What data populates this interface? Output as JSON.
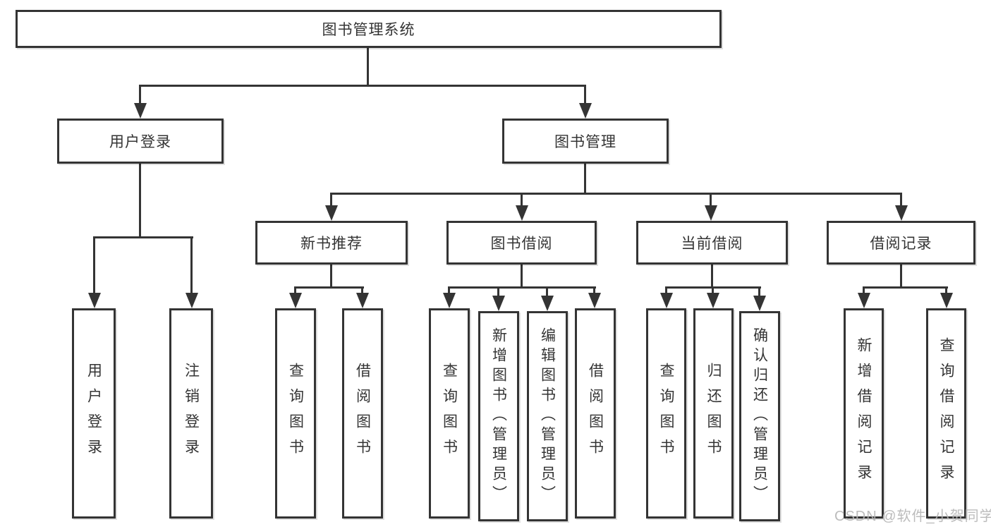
{
  "colors": {
    "line": "#343434",
    "text": "#343434",
    "watermark": "#b5b5b5",
    "background": "#ffffff"
  },
  "watermark": "CSDN @软件_小贺同学",
  "tree": {
    "root": {
      "label": "图书管理系统",
      "children": [
        {
          "label": "用户登录",
          "children": [
            {
              "label": "用户登录"
            },
            {
              "label": "注销登录"
            }
          ]
        },
        {
          "label": "图书管理",
          "children": [
            {
              "label": "新书推荐",
              "children": [
                {
                  "label": "查询图书"
                },
                {
                  "label": "借阅图书"
                }
              ]
            },
            {
              "label": "图书借阅",
              "children": [
                {
                  "label": "查询图书"
                },
                {
                  "label": "新增图书（管理员）"
                },
                {
                  "label": "编辑图书（管理员）"
                },
                {
                  "label": "借阅图书"
                }
              ]
            },
            {
              "label": "当前借阅",
              "children": [
                {
                  "label": "查询图书"
                },
                {
                  "label": "归还图书"
                },
                {
                  "label": "确认归还（管理员）"
                }
              ]
            },
            {
              "label": "借阅记录",
              "children": [
                {
                  "label": "新增借阅记录"
                },
                {
                  "label": "查询借阅记录"
                }
              ]
            }
          ]
        }
      ]
    }
  }
}
